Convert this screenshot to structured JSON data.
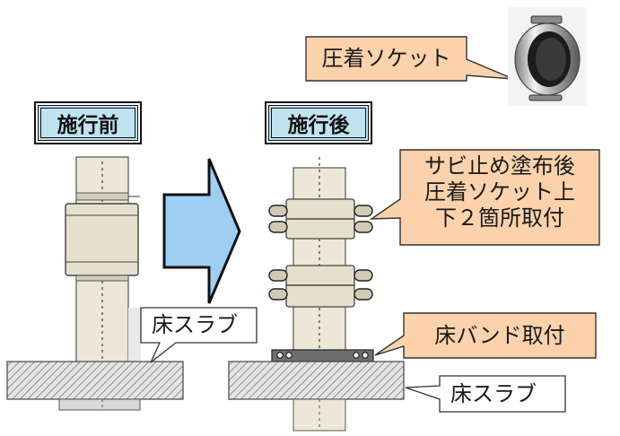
{
  "before": {
    "title": "施行前",
    "slab_label": "床スラブ"
  },
  "after": {
    "title": "施行後",
    "socket_note": [
      "サビ止め塗布後",
      "圧着ソケット上",
      "下２箇所取付"
    ],
    "band_label": "床バンド取付",
    "slab_label": "床スラブ"
  },
  "socket_label": "圧着ソケット",
  "colors": {
    "title_fill": "#bfe3ef",
    "callout_fill": "#fbd2ac",
    "arrow_fill": "#9fcef3",
    "pipe_fill": "#ebe8d8",
    "slab_fill": "#cfcfcf"
  },
  "icons": [
    "right-arrow-icon",
    "socket-photo-icon"
  ]
}
